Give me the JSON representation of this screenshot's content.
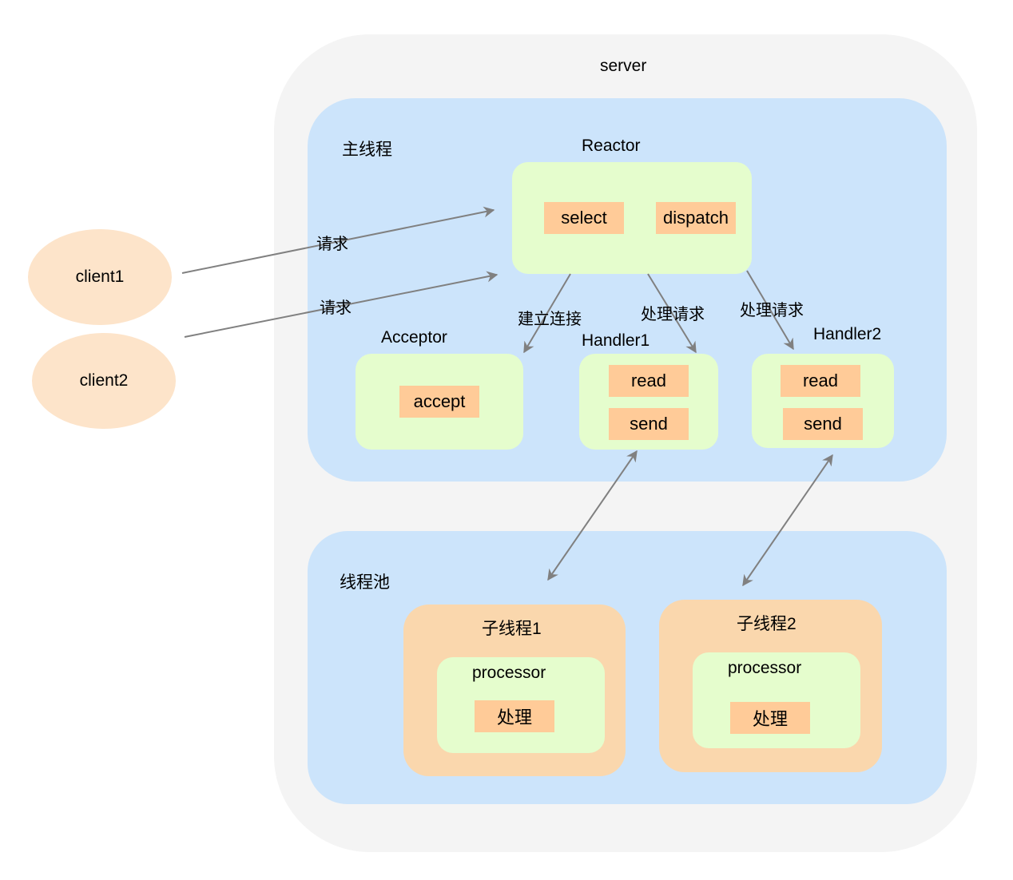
{
  "server": {
    "title": "server"
  },
  "main_thread": {
    "title": "主线程",
    "reactor": {
      "title": "Reactor",
      "ops": [
        "select",
        "dispatch"
      ]
    },
    "acceptor": {
      "title": "Acceptor",
      "ops": [
        "accept"
      ]
    },
    "handlers": [
      {
        "title": "Handler1",
        "ops": [
          "read",
          "send"
        ]
      },
      {
        "title": "Handler2",
        "ops": [
          "read",
          "send"
        ]
      }
    ]
  },
  "thread_pool": {
    "title": "线程池",
    "workers": [
      {
        "title": "子线程1",
        "component": "processor",
        "op": "处理"
      },
      {
        "title": "子线程2",
        "component": "processor",
        "op": "处理"
      }
    ]
  },
  "clients": [
    "client1",
    "client2"
  ],
  "edge_labels": {
    "client1_request": "请求",
    "client2_request": "请求",
    "connect": "建立连接",
    "handle1": "处理请求",
    "handle2": "处理请求"
  },
  "colors": {
    "server_bg": "#f4f4f4",
    "zone_bg": "#cce4fb",
    "component_bg": "#e5fdcd",
    "op_bg": "#ffcb98",
    "worker_bg": "#fad7ad",
    "client_bg": "#fde4ca",
    "arrow": "#808080"
  }
}
